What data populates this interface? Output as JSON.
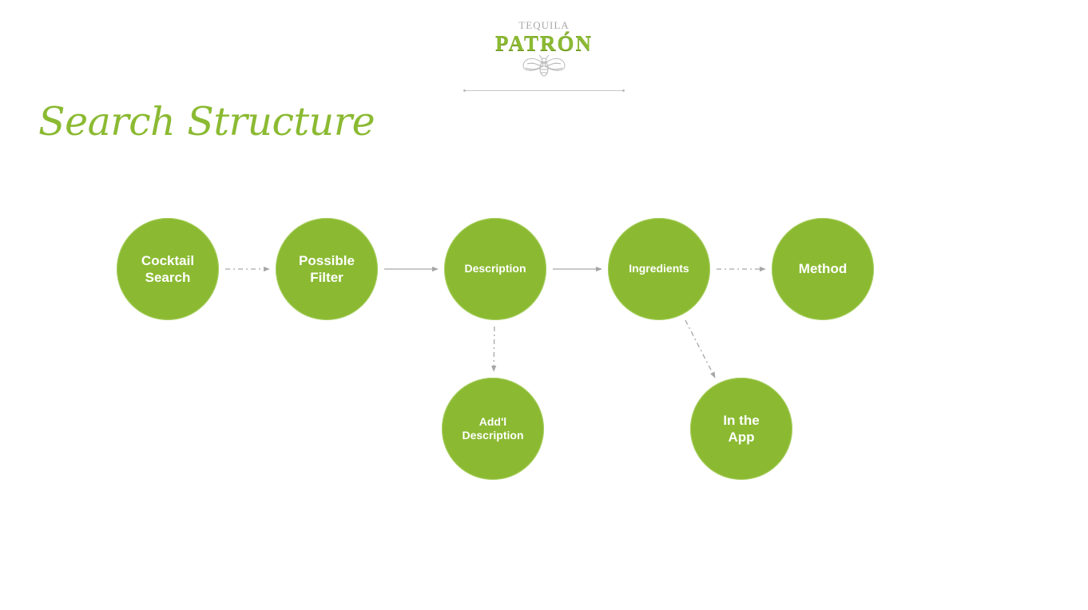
{
  "logo": {
    "small_text": "TEQUILA",
    "big_text": "PATRÓN"
  },
  "title": "Search Structure",
  "colors": {
    "accent": "#8bba32",
    "node_text": "#ffffff",
    "arrow": "#a6a6a6"
  },
  "diagram": {
    "nodes": [
      {
        "id": "cocktail-search",
        "label": "Cocktail\nSearch"
      },
      {
        "id": "possible-filter",
        "label": "Possible\nFilter"
      },
      {
        "id": "description",
        "label": "Description"
      },
      {
        "id": "ingredients",
        "label": "Ingredients"
      },
      {
        "id": "method",
        "label": "Method"
      },
      {
        "id": "addl-description",
        "label": "Add'l\nDescription"
      },
      {
        "id": "in-the-app",
        "label": "In the\nApp"
      }
    ],
    "edges": [
      {
        "from": "cocktail-search",
        "to": "possible-filter",
        "style": "dash-dot"
      },
      {
        "from": "possible-filter",
        "to": "description",
        "style": "solid"
      },
      {
        "from": "description",
        "to": "ingredients",
        "style": "solid"
      },
      {
        "from": "ingredients",
        "to": "method",
        "style": "dash-dot"
      },
      {
        "from": "description",
        "to": "addl-description",
        "style": "dash-dot"
      },
      {
        "from": "ingredients",
        "to": "in-the-app",
        "style": "dash-dot"
      }
    ]
  }
}
